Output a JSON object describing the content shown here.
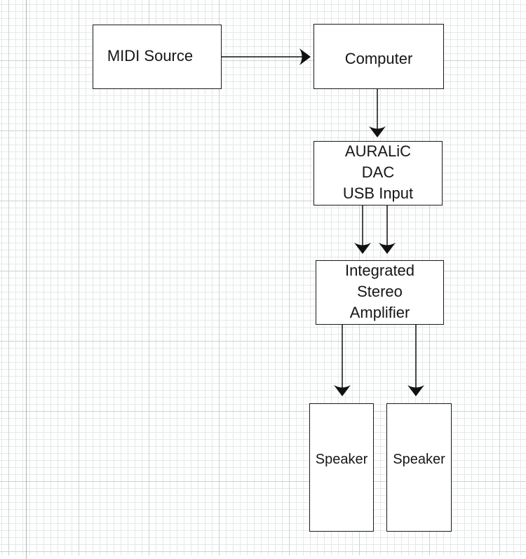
{
  "diagram": {
    "type": "signal-flow block diagram",
    "nodes": [
      {
        "id": "midi",
        "label": "MIDI Source"
      },
      {
        "id": "computer",
        "label": "Computer"
      },
      {
        "id": "dac",
        "label": "AURALiC\nDAC\nUSB Input"
      },
      {
        "id": "amp",
        "label": "Integrated\nStereo\nAmplifier"
      },
      {
        "id": "speaker_left",
        "label": "Speaker"
      },
      {
        "id": "speaker_right",
        "label": "Speaker"
      }
    ],
    "edges": [
      {
        "from": "midi",
        "to": "computer"
      },
      {
        "from": "computer",
        "to": "dac"
      },
      {
        "from": "dac",
        "to": "amp",
        "channel": "left"
      },
      {
        "from": "dac",
        "to": "amp",
        "channel": "right"
      },
      {
        "from": "amp",
        "to": "speaker_left"
      },
      {
        "from": "amp",
        "to": "speaker_right"
      }
    ]
  },
  "colors": {
    "stroke": "#111111",
    "grid_minor": "#e3e9e8",
    "grid_major": "#c9d3d1"
  }
}
